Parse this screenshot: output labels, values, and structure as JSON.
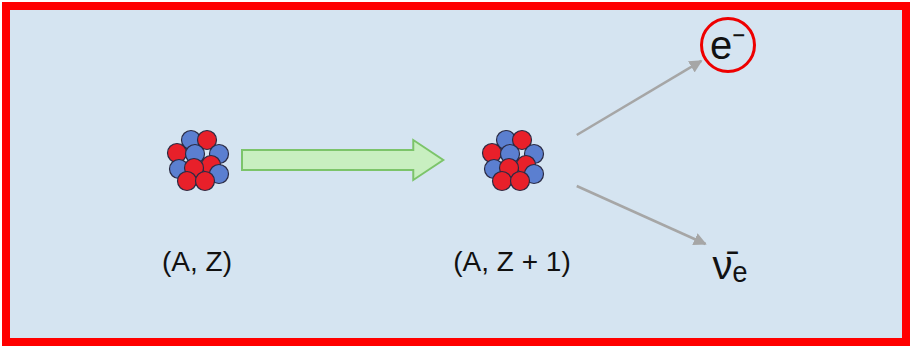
{
  "diagram": {
    "nodes": [
      {
        "text": [
          "(A, Z)"
        ]
      },
      {
        "text": [
          "(A, Z + 1)"
        ]
      },
      {
        "text": [
          "e⁻"
        ]
      },
      {
        "text": [
          "ν̄ₑ"
        ]
      }
    ],
    "edges": [
      {
        "from": 0,
        "to": 1,
        "arrow": "to"
      },
      {
        "from": 1,
        "to": 2,
        "arrow": "to"
      },
      {
        "from": 1,
        "to": 3,
        "arrow": "to"
      }
    ]
  }
}
